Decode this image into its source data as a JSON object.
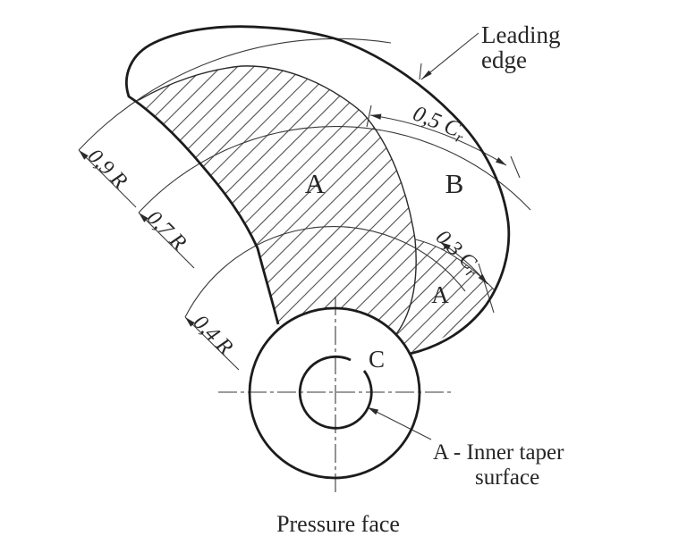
{
  "figure": {
    "background": "#ffffff",
    "ink": "#1c1c1c",
    "labels": {
      "leading_edge": {
        "line1": "Leading",
        "line2": "edge"
      },
      "chord_05": {
        "main": "0,5 C",
        "sub": "r"
      },
      "chord_03": {
        "main": "0,3 C",
        "sub": "r"
      },
      "radius_09": "0,9 R",
      "radius_07": "0,7 R",
      "radius_04": "0,4 R",
      "zone_a_main": "A",
      "zone_b": "B",
      "zone_a_hub": "A",
      "zone_c": "C",
      "note": {
        "line1": "A - Inner taper",
        "line2": "surface"
      },
      "caption": "Pressure face"
    }
  }
}
